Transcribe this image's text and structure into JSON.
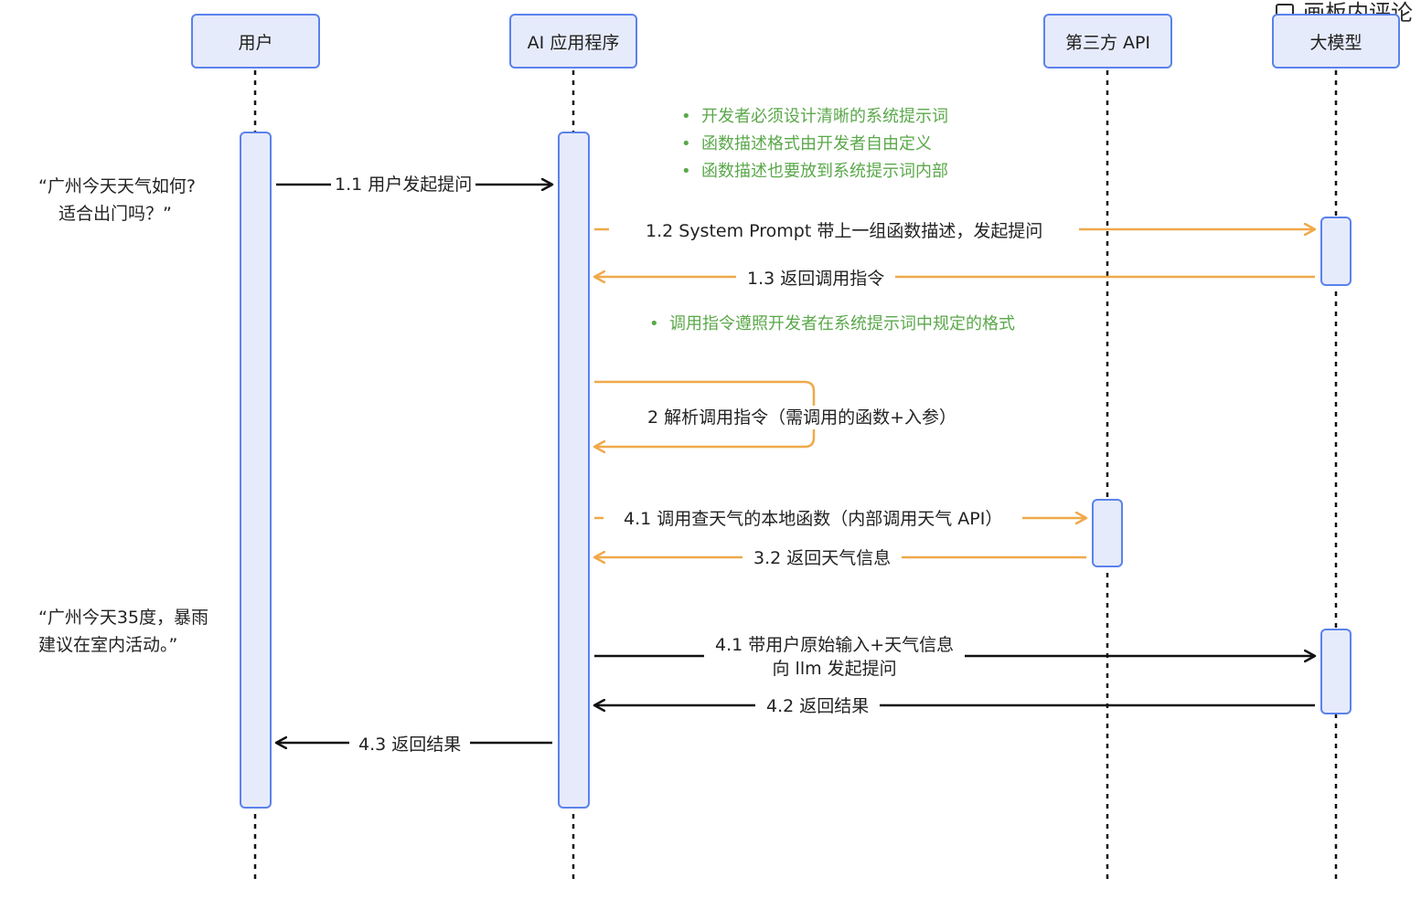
{
  "header": {
    "comment_label": "画板内评论"
  },
  "actors": [
    {
      "id": "user",
      "label": "用户"
    },
    {
      "id": "app",
      "label": "AI 应用程序"
    },
    {
      "id": "api",
      "label": "第三方 API"
    },
    {
      "id": "llm",
      "label": "大模型"
    }
  ],
  "quotes": {
    "question_line1": "“广州今天天气如何?",
    "question_line2": "适合出门吗？”",
    "answer_line1": "“广州今天35度，暴雨",
    "answer_line2": "建议在室内活动。”"
  },
  "messages": {
    "m1_1": "1.1 用户发起提问",
    "m1_2": "1.2 System Prompt 带上一组函数描述，发起提问",
    "m1_3": "1.3 返回调用指令",
    "m2": "2 解析调用指令（需调用的函数+入参）",
    "m3_1": "4.1 调用查天气的本地函数（内部调用天气 API）",
    "m3_2": "3.2 返回天气信息",
    "m4_1_line1": "4.1 带用户原始输入+天气信息",
    "m4_1_line2": "向 llm 发起提问",
    "m4_2": "4.2 返回结果",
    "m4_3": "4.3 返回结果"
  },
  "notes": {
    "design": [
      "开发者必须设计清晰的系统提示词",
      "函数描述格式由开发者自由定义",
      "函数描述也要放到系统提示词内部"
    ],
    "instruction": [
      "调用指令遵照开发者在系统提示词中规定的格式"
    ]
  },
  "colors": {
    "actor_border": "#5b82ec",
    "actor_fill": "#e6ebfb",
    "arrow_black": "#111111",
    "arrow_orange": "#f0a94a",
    "note_green": "#5aa84a"
  }
}
